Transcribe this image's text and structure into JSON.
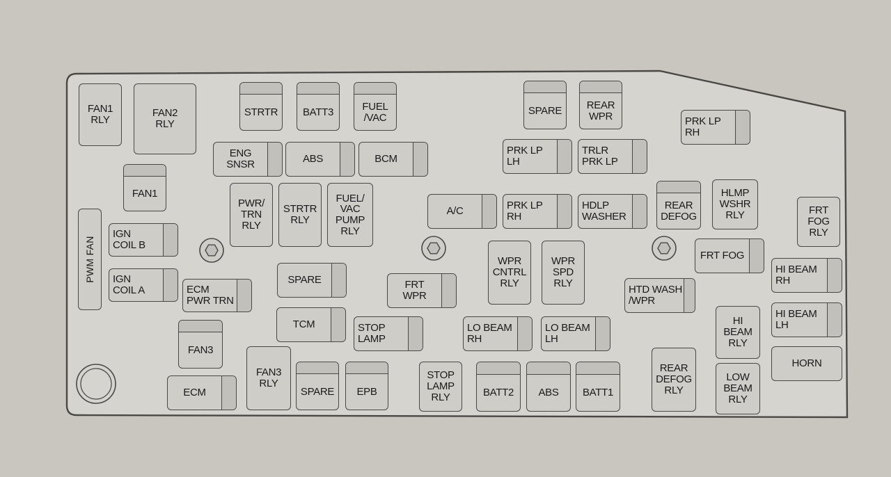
{
  "diagram": {
    "background_color": "#c9c6bf",
    "panel_color": "#d6d4cf",
    "outline_color": "#4a4845",
    "bolt_icon": "hex-bolt-icon",
    "hole_icon": "round-hole-icon"
  },
  "components": {
    "fan1_rly": "FAN1\nRLY",
    "fan2_rly": "FAN2\nRLY",
    "strtr_1": "STRTR",
    "batt3": "BATT3",
    "fuel_vac": "FUEL\n/VAC",
    "spare_top": "SPARE",
    "rear_wpr": "REAR\nWPR",
    "prk_lp_rh_top": "PRK LP\nRH",
    "eng_snsr": "ENG\nSNSR",
    "abs_1": "ABS",
    "bcm": "BCM",
    "prk_lp_lh": "PRK LP\nLH",
    "trlr_prk_lp": "TRLR\nPRK LP",
    "fan1": "FAN1",
    "pwr_trn_rly": "PWR/\nTRN\nRLY",
    "strtr_rly": "STRTR\nRLY",
    "fuel_vac_pump_rly": "FUEL/\nVAC\nPUMP\nRLY",
    "a_c": "A/C",
    "prk_lp_rh": "PRK LP\nRH",
    "hdlp_washer": "HDLP\nWASHER",
    "rear_defog": "REAR\nDEFOG",
    "hlmp_wshr_rly": "HLMP\nWSHR\nRLY",
    "frt_fog_rly": "FRT\nFOG\nRLY",
    "pwm_fan": "PWM FAN",
    "ign_coil_b": "IGN\nCOIL B",
    "ign_coil_a": "IGN\nCOIL A",
    "ecm_pwr_trn": "ECM\nPWR TRN",
    "spare_mid": "SPARE",
    "frt_wpr": "FRT\nWPR",
    "wpr_cntrl_rly": "WPR\nCNTRL\nRLY",
    "wpr_spd_rly": "WPR\nSPD\nRLY",
    "frt_fog": "FRT FOG",
    "htd_wash_wpr": "HTD WASH\n/WPR",
    "hi_beam_rh": "HI BEAM\nRH",
    "hi_beam_lh": "HI BEAM\nLH",
    "tcm": "TCM",
    "stop_lamp": "STOP\nLAMP",
    "lo_beam_rh": "LO BEAM\nRH",
    "lo_beam_lh": "LO BEAM\nLH",
    "hi_beam_rly": "HI\nBEAM\nRLY",
    "fan3": "FAN3",
    "fan3_rly": "FAN3\nRLY",
    "ecm": "ECM",
    "spare_bottom": "SPARE",
    "epb": "EPB",
    "stop_lamp_rly": "STOP\nLAMP\nRLY",
    "batt2": "BATT2",
    "abs_2": "ABS",
    "batt1": "BATT1",
    "rear_defog_rly": "REAR\nDEFOG\nRLY",
    "low_beam_rly": "LOW\nBEAM\nRLY",
    "horn": "HORN"
  }
}
